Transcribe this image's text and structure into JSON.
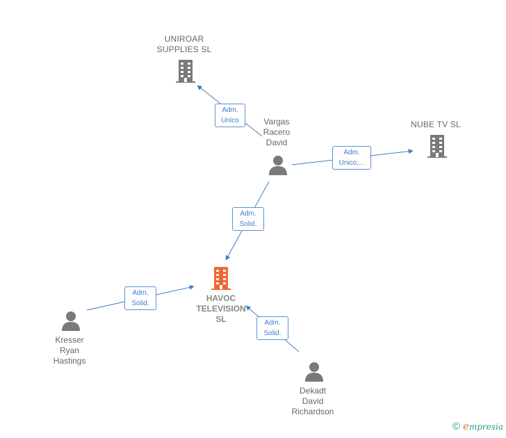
{
  "nodes": {
    "uniroar": {
      "line1": "UNIROAR",
      "line2": "SUPPLIES  SL",
      "type": "company"
    },
    "nube": {
      "line1": "NUBE TV  SL",
      "type": "company"
    },
    "havoc": {
      "line1": "HAVOC",
      "line2": "TELEVISION",
      "line3": "SL",
      "type": "company-focus"
    },
    "vargas": {
      "line1": "Vargas",
      "line2": "Racero",
      "line3": "David",
      "type": "person"
    },
    "kresser": {
      "line1": "Kresser",
      "line2": "Ryan",
      "line3": "Hastings",
      "type": "person"
    },
    "dekadt": {
      "line1": "Dekadt",
      "line2": "David",
      "line3": "Richardson",
      "type": "person"
    }
  },
  "relations": {
    "vargas_uniroar": {
      "line1": "Adm.",
      "line2": "Unico"
    },
    "vargas_nube": {
      "line1": "Adm.",
      "line2": "Unico,..."
    },
    "vargas_havoc": {
      "line1": "Adm.",
      "line2": "Solid."
    },
    "kresser_havoc": {
      "line1": "Adm.",
      "line2": "Solid."
    },
    "dekadt_havoc": {
      "line1": "Adm.",
      "line2": "Solid."
    }
  },
  "colors": {
    "edge": "#3f7cc6",
    "company": "#7a7a7a",
    "focus": "#f2672f",
    "person": "#7a7a7a"
  },
  "footer": {
    "copyright": "©",
    "brand_e": "e",
    "brand_rest": "mpresia"
  }
}
